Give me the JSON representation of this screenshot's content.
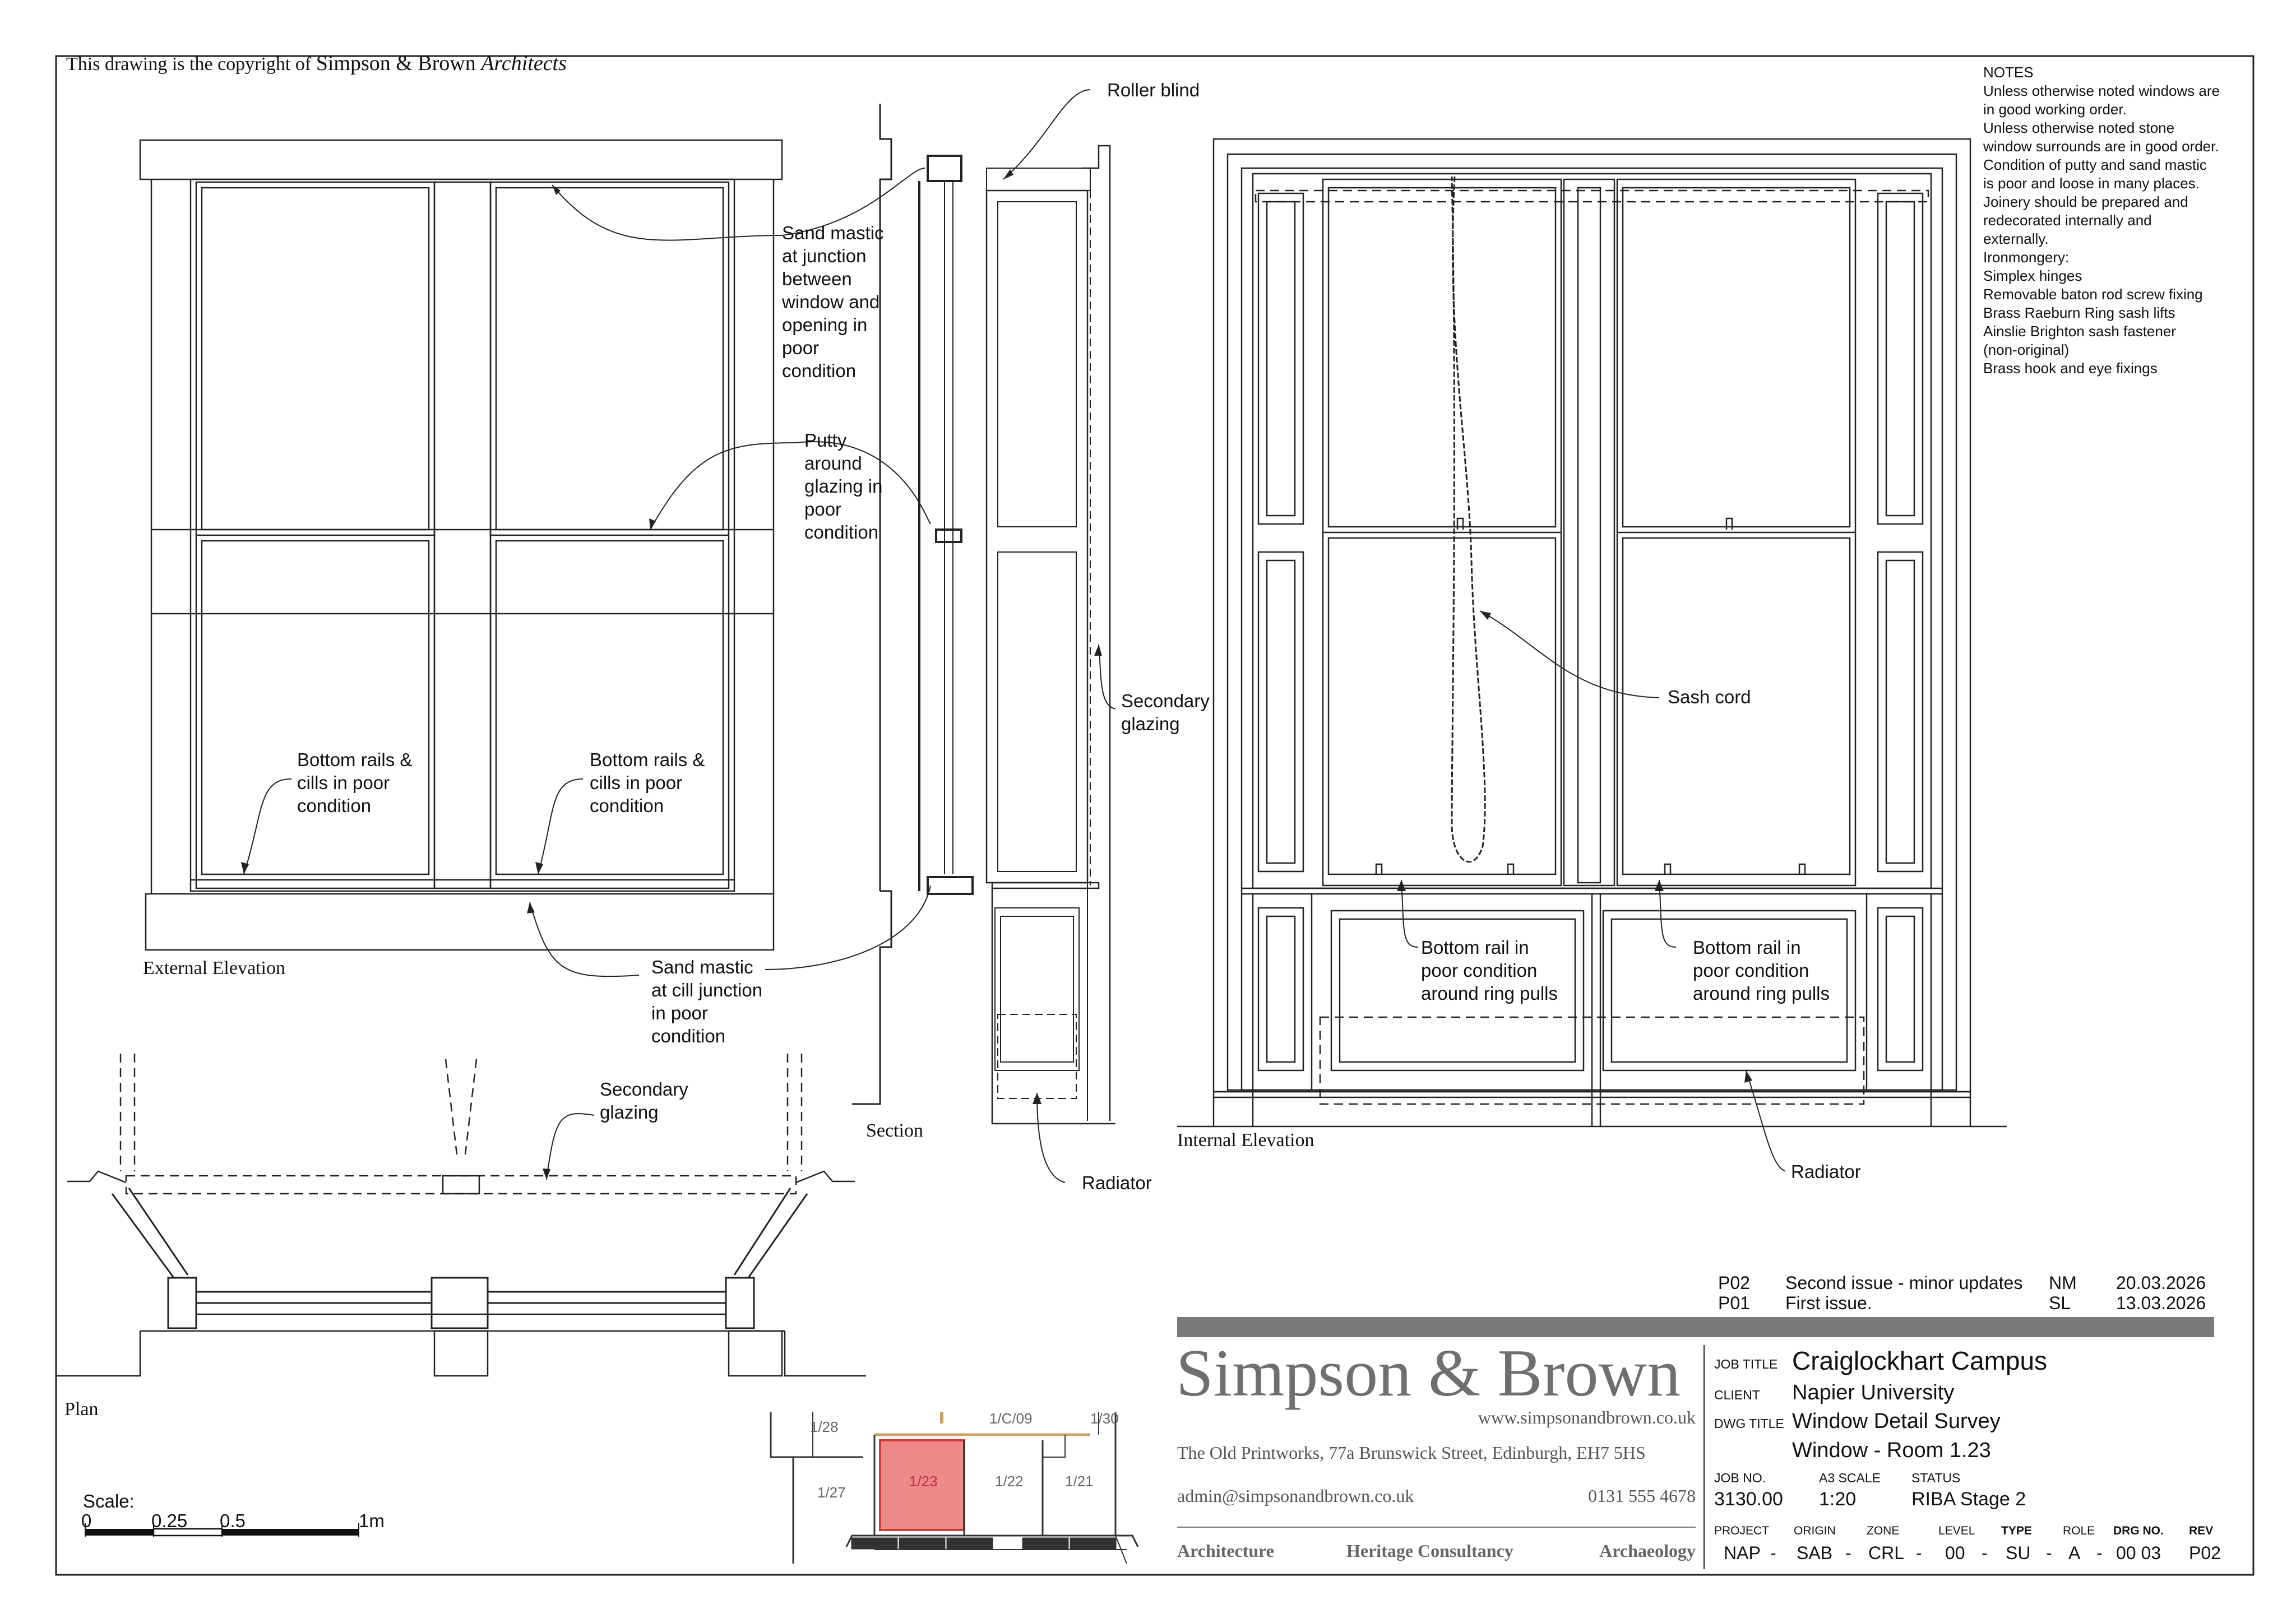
{
  "copyright": {
    "prefix": "This drawing is the copyright of ",
    "firm": "Simpson & Brown ",
    "suffix": "Architects"
  },
  "view_titles": {
    "external": "External Elevation",
    "section": "Section",
    "internal": "Internal Elevation",
    "plan": "Plan"
  },
  "annotations": {
    "roller_blind": [
      "Roller blind"
    ],
    "sand_mastic_junction": [
      "Sand mastic",
      "at junction",
      "between",
      "window and",
      "opening in",
      "poor",
      "condition"
    ],
    "putty": [
      "Putty",
      "around",
      "glazing in",
      "poor",
      "condition"
    ],
    "secondary_glazing_section": [
      "Secondary",
      "glazing"
    ],
    "bottom_rails_left": [
      "Bottom rails &",
      "cills in poor",
      "condition"
    ],
    "bottom_rails_right": [
      "Bottom rails &",
      "cills in poor",
      "condition"
    ],
    "sand_mastic_cill": [
      "Sand mastic",
      "at cill junction",
      "in poor",
      "condition"
    ],
    "secondary_glazing_plan": [
      "Secondary",
      "glazing"
    ],
    "radiator_section": [
      "Radiator"
    ],
    "sash_cord": [
      "Sash cord"
    ],
    "bottom_rail_left": [
      "Bottom rail in",
      "poor condition",
      "around ring pulls"
    ],
    "bottom_rail_right": [
      "Bottom rail in",
      "poor condition",
      "around ring pulls"
    ],
    "radiator_internal": [
      "Radiator"
    ]
  },
  "notes": [
    "NOTES",
    "Unless otherwise noted windows are",
    "in good working order.",
    "Unless otherwise noted stone",
    "window surrounds are in good order.",
    "Condition of putty and sand mastic",
    "is poor and loose in many places.",
    "Joinery should be prepared and",
    "redecorated internally and",
    "externally.",
    "",
    "Ironmongery:",
    "Simplex hinges",
    "Removable baton rod screw fixing",
    "Brass Raeburn Ring sash lifts",
    "Ainslie Brighton sash fastener",
    "(non-original)",
    "Brass hook and eye fixings"
  ],
  "scale_bar": {
    "label": "Scale:",
    "ticks": [
      "0",
      "0.25",
      "0.5",
      "1m"
    ]
  },
  "key_plan": {
    "rooms": [
      "1/28",
      "1/C/09",
      "1/30",
      "1/27",
      "1/23",
      "1/22",
      "1/21"
    ],
    "highlight": "#ee8a8a",
    "highlight_stroke": "#d23a3a"
  },
  "revisions": [
    {
      "rev": "P02",
      "desc": "Second issue - minor updates",
      "by": "NM",
      "date": "20.03.2026"
    },
    {
      "rev": "P01",
      "desc": "First issue.",
      "by": "SL",
      "date": "13.03.2026"
    }
  ],
  "title_block": {
    "firm": "Simpson & Brown",
    "web": "www.simpsonandbrown.co.uk",
    "address": "The Old Printworks, 77a Brunswick Street, Edinburgh, EH7 5HS",
    "email": "admin@simpsonandbrown.co.uk",
    "phone": "0131 555 4678",
    "services": [
      "Architecture",
      "Heritage Consultancy",
      "Archaeology"
    ],
    "job_title_label": "JOB TITLE",
    "job_title": "Craiglockhart Campus",
    "client_label": "CLIENT",
    "client": "Napier University",
    "dwg_title_label": "DWG TITLE",
    "dwg_title": [
      "Window Detail Survey",
      "Window - Room 1.23"
    ],
    "job_no_label": "JOB NO.",
    "job_no": "3130.00",
    "scale_label": "A3 SCALE",
    "scale": "1:20",
    "status_label": "STATUS",
    "status": "RIBA Stage 2",
    "code_labels": [
      "PROJECT",
      "ORIGIN",
      "ZONE",
      "LEVEL",
      "TYPE",
      "ROLE",
      "DRG NO.",
      "REV"
    ],
    "code_values": [
      "NAP",
      "SAB",
      "CRL",
      "00",
      "SU",
      "A",
      "00 03",
      "P02"
    ],
    "bar_color": "#7a7a7a",
    "firm_color": "#6f6f6f"
  }
}
